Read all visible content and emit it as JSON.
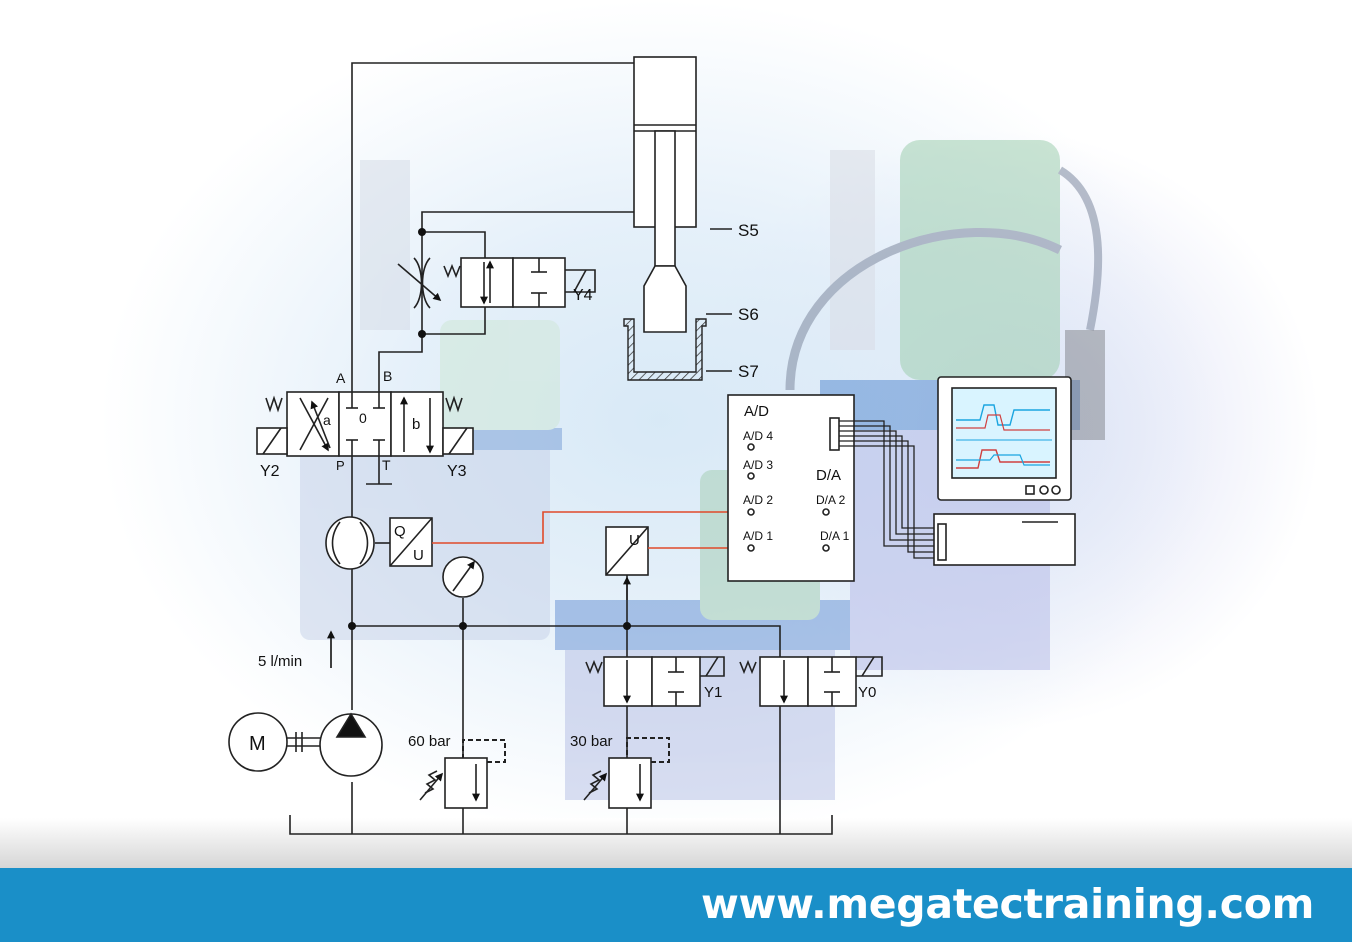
{
  "diagram": {
    "ports": {
      "a_port": "A",
      "b_port": "B",
      "p_port": "P",
      "t_port": "T",
      "spool_a": "a",
      "spool_0": "0",
      "spool_b": "b"
    },
    "solenoids": {
      "y0": "Y0",
      "y1": "Y1",
      "y2": "Y2",
      "y3": "Y3",
      "y4": "Y4"
    },
    "sensors": {
      "s5": "S5",
      "s6": "S6",
      "s7": "S7"
    },
    "flow": "5 l/min",
    "relief_left": "60 bar",
    "relief_right": "30 bar",
    "motor": "M",
    "flow_transducer": {
      "q": "Q",
      "u": "U"
    },
    "pressure_transducer": {
      "u": "U"
    },
    "adc": {
      "title": "A/D",
      "in4": "A/D 4",
      "in3": "A/D 3",
      "in2": "A/D 2",
      "in1": "A/D 1",
      "da_title": "D/A",
      "out2": "D/A 2",
      "out1": "D/A 1"
    }
  },
  "footer": {
    "url": "www.megatectraining.com"
  },
  "colors": {
    "footer_bg": "#1a8fc8",
    "signal_line": "#e04a2a",
    "line": "#222222"
  }
}
